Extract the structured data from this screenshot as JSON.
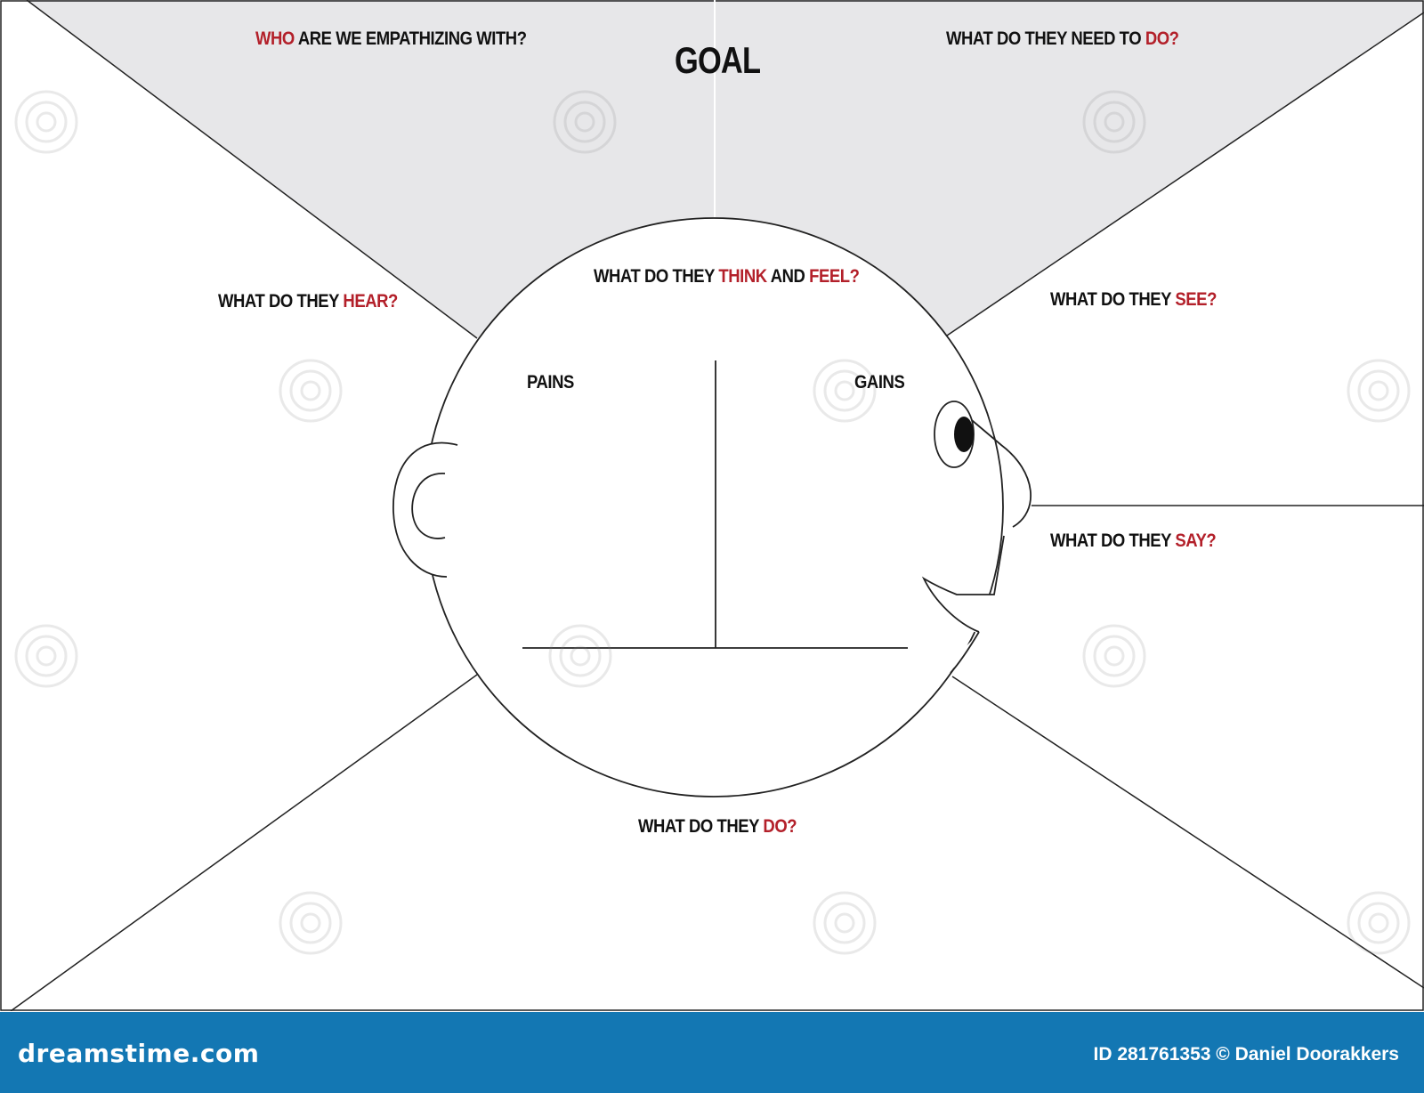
{
  "diagram": {
    "goal_label": "GOAL",
    "who": {
      "accent": "WHO",
      "rest": " ARE WE EMPATHIZING WITH?"
    },
    "need_to_do": {
      "prefix": "WHAT DO THEY NEED TO ",
      "accent": "DO?"
    },
    "think_feel": {
      "prefix": "WHAT DO THEY ",
      "accent1": "THINK",
      "mid": " AND ",
      "accent2": "FEEL?"
    },
    "hear": {
      "prefix": "WHAT DO THEY ",
      "accent": "HEAR?"
    },
    "see": {
      "prefix": "WHAT DO THEY ",
      "accent": "SEE?"
    },
    "say": {
      "prefix": "WHAT DO THEY ",
      "accent": "SAY?"
    },
    "do": {
      "prefix": "WHAT DO THEY ",
      "accent": "DO?"
    },
    "pains": "PAINS",
    "gains": "GAINS"
  },
  "footer": {
    "logo": "dreamstime.com",
    "credit": "ID 281761353 © Daniel Doorakkers"
  },
  "colors": {
    "accent": "#b3202a",
    "text": "#111111",
    "goal_region": "#e7e7e9",
    "footer_bg": "#1377b3"
  }
}
